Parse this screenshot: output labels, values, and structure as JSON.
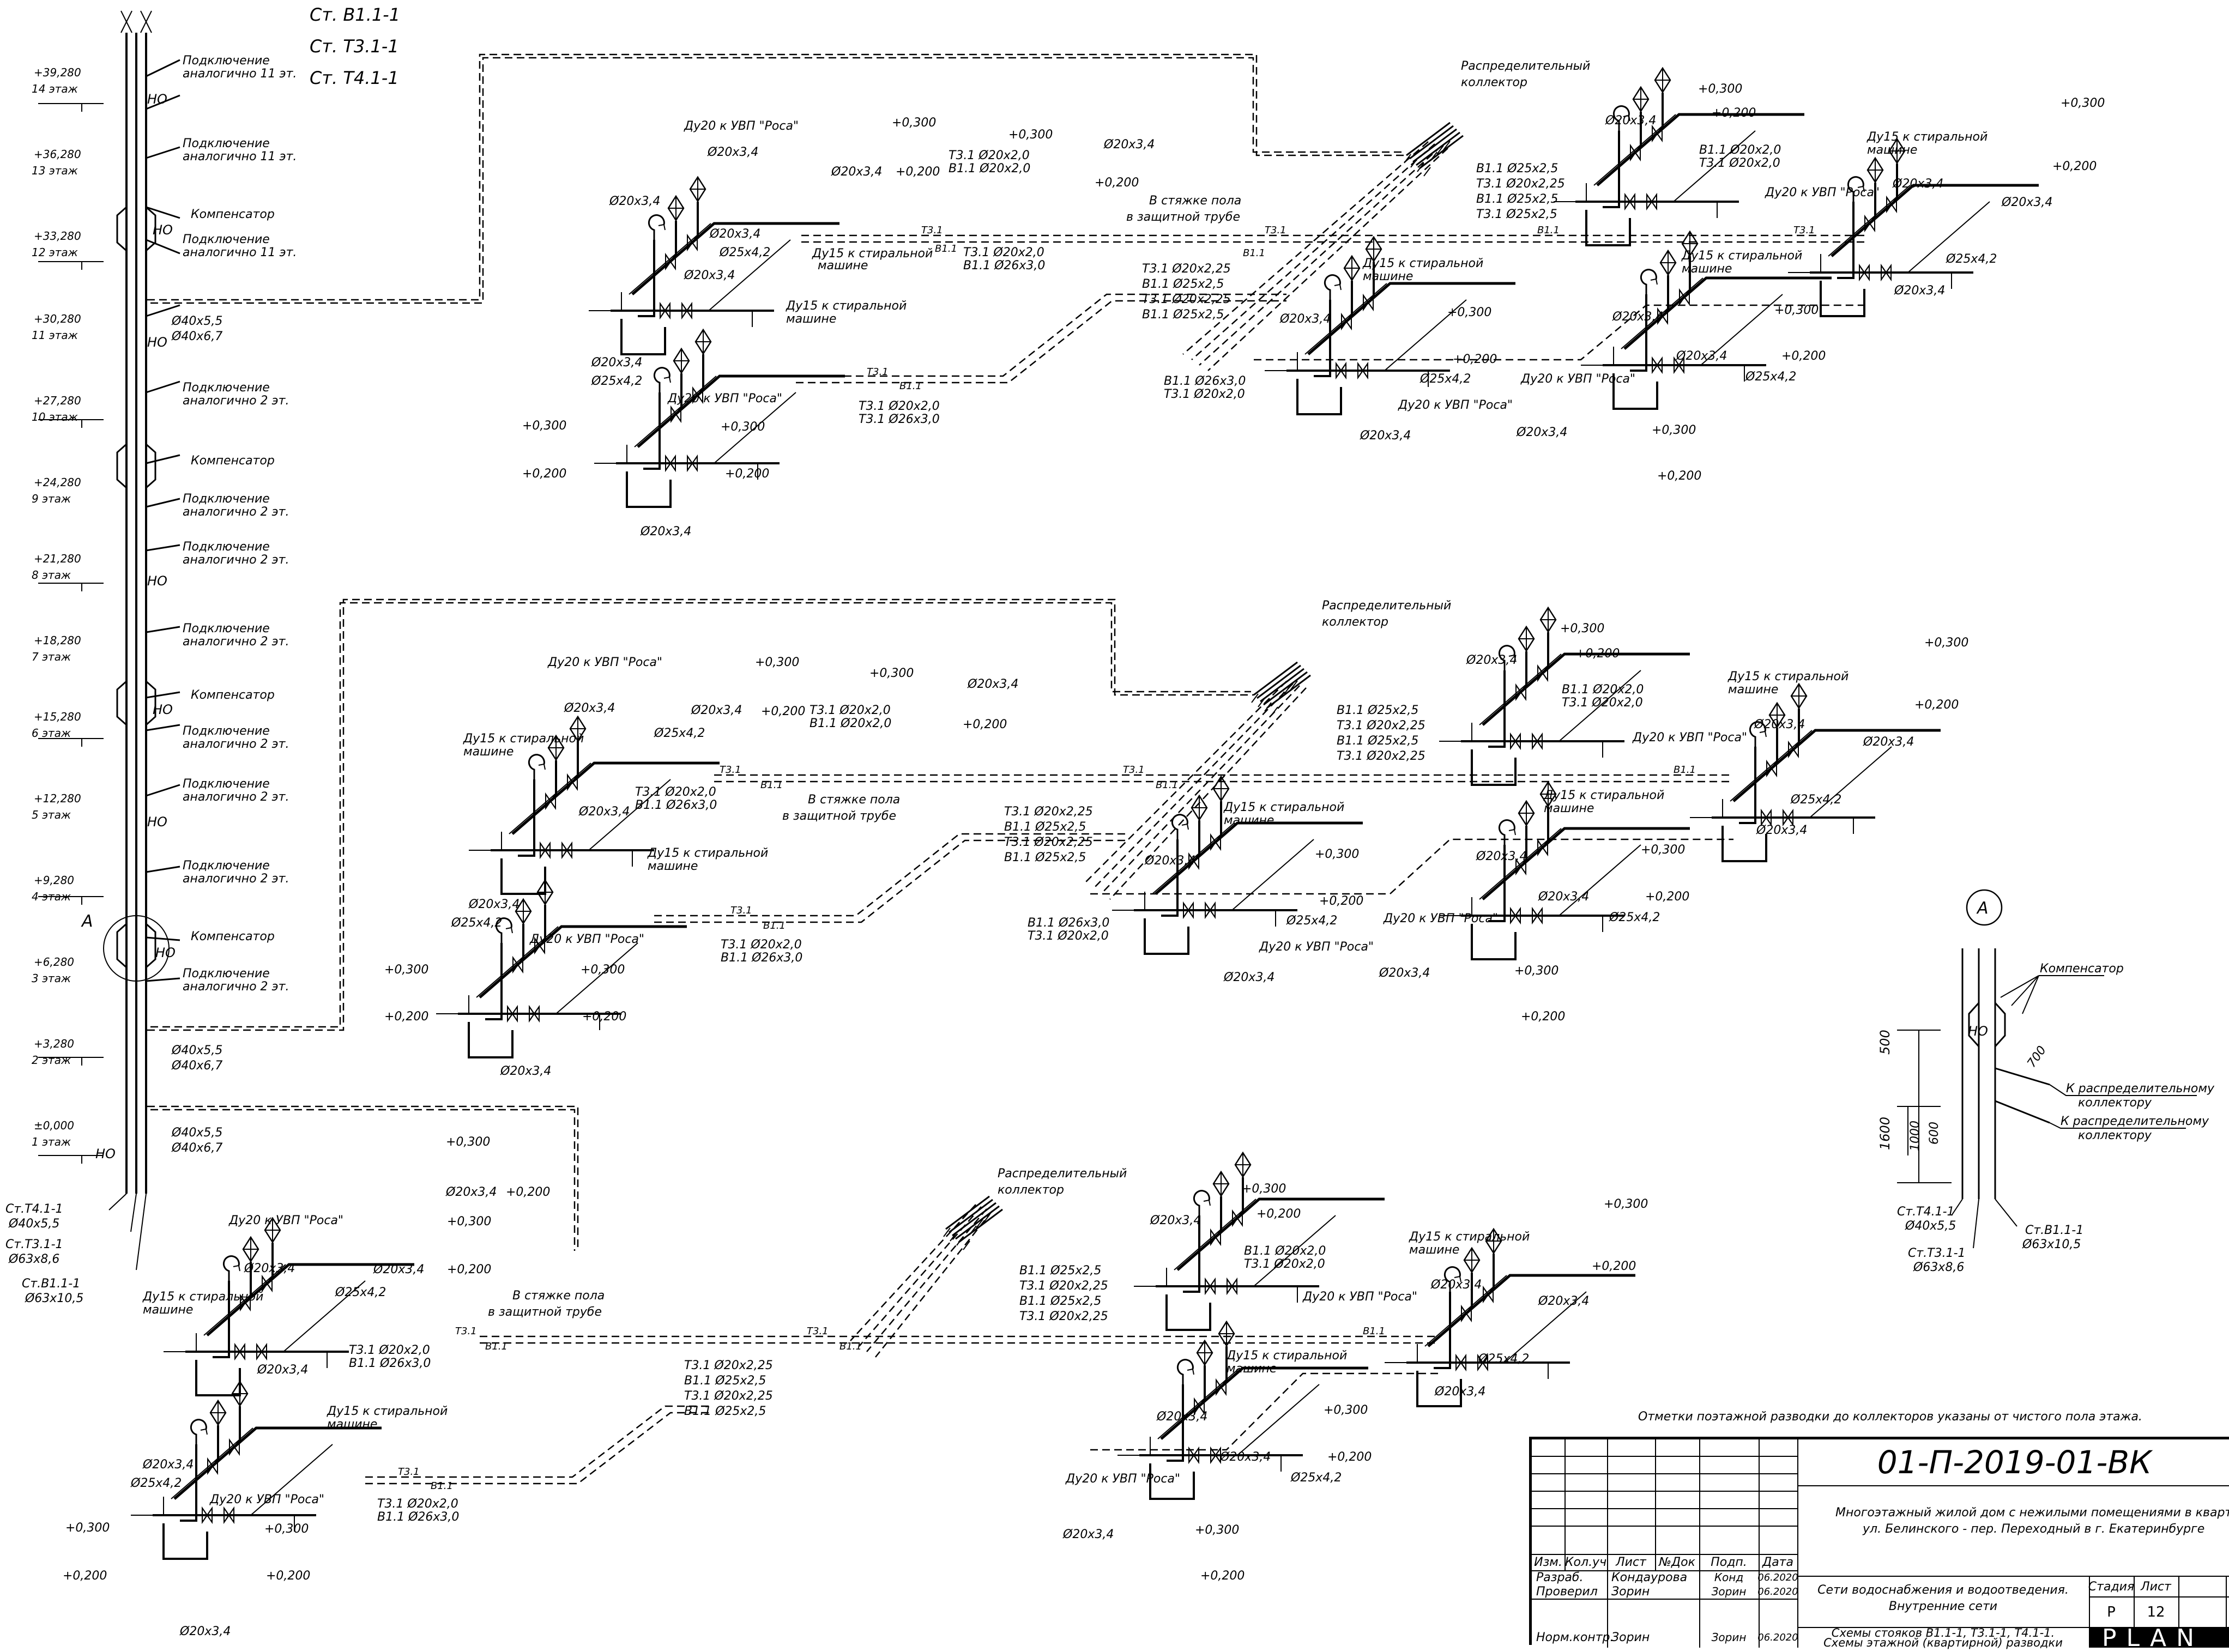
{
  "stand_labels": [
    "Ст. В1.1-1",
    "Ст. Т3.1-1",
    "Ст. Т4.1-1"
  ],
  "floor_marks": [
    {
      "elev": "+39,280",
      "floor": "14 этаж"
    },
    {
      "elev": "+36,280",
      "floor": "13 этаж"
    },
    {
      "elev": "+33,280",
      "floor": "12 этаж"
    },
    {
      "elev": "+30,280",
      "floor": "11 этаж"
    },
    {
      "elev": "+27,280",
      "floor": "10 этаж"
    },
    {
      "elev": "+24,280",
      "floor": "9 этаж"
    },
    {
      "elev": "+21,280",
      "floor": "8 этаж"
    },
    {
      "elev": "+18,280",
      "floor": "7 этаж"
    },
    {
      "elev": "+15,280",
      "floor": "6 этаж"
    },
    {
      "elev": "+12,280",
      "floor": "5 этаж"
    },
    {
      "elev": "+9,280",
      "floor": "4 этаж"
    },
    {
      "elev": "+6,280",
      "floor": "3 этаж"
    },
    {
      "elev": "+3,280",
      "floor": "2 этаж"
    },
    {
      "elev": "±0,000",
      "floor": "1 этаж"
    }
  ],
  "riser_notes": {
    "conn11_a": "Подключение",
    "conn11_b": "аналогично 11 эт.",
    "conn2_a": "Подключение",
    "conn2_b": "аналогично 2 эт.",
    "compensator": "Компенсатор",
    "no": "НО",
    "d40_55": "Ø40x5,5",
    "d40_67": "Ø40x6,7",
    "st_t41": "Ст.Т4.1-1",
    "st_t41_d": "Ø40x5,5",
    "st_t31": "Ст.Т3.1-1",
    "st_t31_d": "Ø63x8,6",
    "st_b11": "Ст.В1.1-1",
    "st_b11_d": "Ø63x10,5"
  },
  "pipe_labels": {
    "d20_uvp": "Ду20 к УВП \"Роса\"",
    "d15_wash_a": "Ду15 к стиральной",
    "d15_wash_b": "машине",
    "d20x34": "Ø20x3,4",
    "d25x42": "Ø25x4,2",
    "p0300": "+0,300",
    "p0200": "+0,200",
    "t31": "Т3.1",
    "b11": "В1.1",
    "screed_a": "В стяжке пола",
    "screed_b": "в защитной трубе",
    "t31_20x20": "Т3.1 Ø20x2,0",
    "b11_20x20": "В1.1 Ø20x2,0",
    "b11_26x30": "В1.1 Ø26x3,0",
    "t31_20x225": "Т3.1 Ø20x2,25",
    "b11_25x25": "В1.1 Ø25x2,5",
    "t31_25x25": "Т3.1 Ø25x2,5",
    "t31_26x30": "Т3.1 Ø26x3,0",
    "collector_a": "Распределительный",
    "collector_b": "коллектор"
  },
  "detail_a": {
    "marker": "А",
    "compensator": "Компенсатор",
    "no": "НО",
    "dim_500": "500",
    "dim_700": "700",
    "dim_1600": "1600",
    "dim_1000": "1000",
    "dim_600": "600",
    "to_collector_a": "К распределительному",
    "to_collector_b": "коллектору",
    "st_t41": "Ст.Т4.1-1",
    "st_t41_d": "Ø40x5,5",
    "st_t31": "Ст.Т3.1-1",
    "st_t31_d": "Ø63x8,6",
    "st_b11": "Ст.В1.1-1",
    "st_b11_d": "Ø63x10,5"
  },
  "note": "Отметки поэтажной разводки до коллекторов указаны от чистого пола этажа.",
  "title_block": {
    "code": "01-П-2019-01-ВК",
    "project_a": "Многоэтажный жилой дом с нежилыми помещениями в кварт",
    "project_b": "ул. Белинского - пер. Переходный в г. Екатеринбурге",
    "hdr_izm": "Изм.",
    "hdr_kol": "Кол.уч",
    "hdr_list": "Лист",
    "hdr_ndok": "№Док",
    "hdr_podp": "Подп.",
    "hdr_data": "Дата",
    "row1_role": "Разраб.",
    "row1_name": "Кондаурова",
    "row1_date": "06.2020",
    "row2_role": "Проверил",
    "row2_name": "Зорин",
    "row2_date": "06.2020",
    "row3_role": "Норм.контр.",
    "row3_name": "Зорин",
    "row3_date": "06.2020",
    "sig1": "Конд",
    "sig2": "Зорин",
    "sig3": "Зорин",
    "section_a": "Сети водоснабжения и водоотведения.",
    "section_b": "Внутренние сети",
    "sheet_a": "Схемы стояков В1.1-1, Т3.1-1, Т4.1-1.",
    "sheet_b": "Схемы этажной (квартирной) разводки",
    "stage_hdr": "Стадия",
    "list_hdr": "Лист",
    "stage": "Р",
    "list": "12",
    "logo": "PLAN"
  }
}
